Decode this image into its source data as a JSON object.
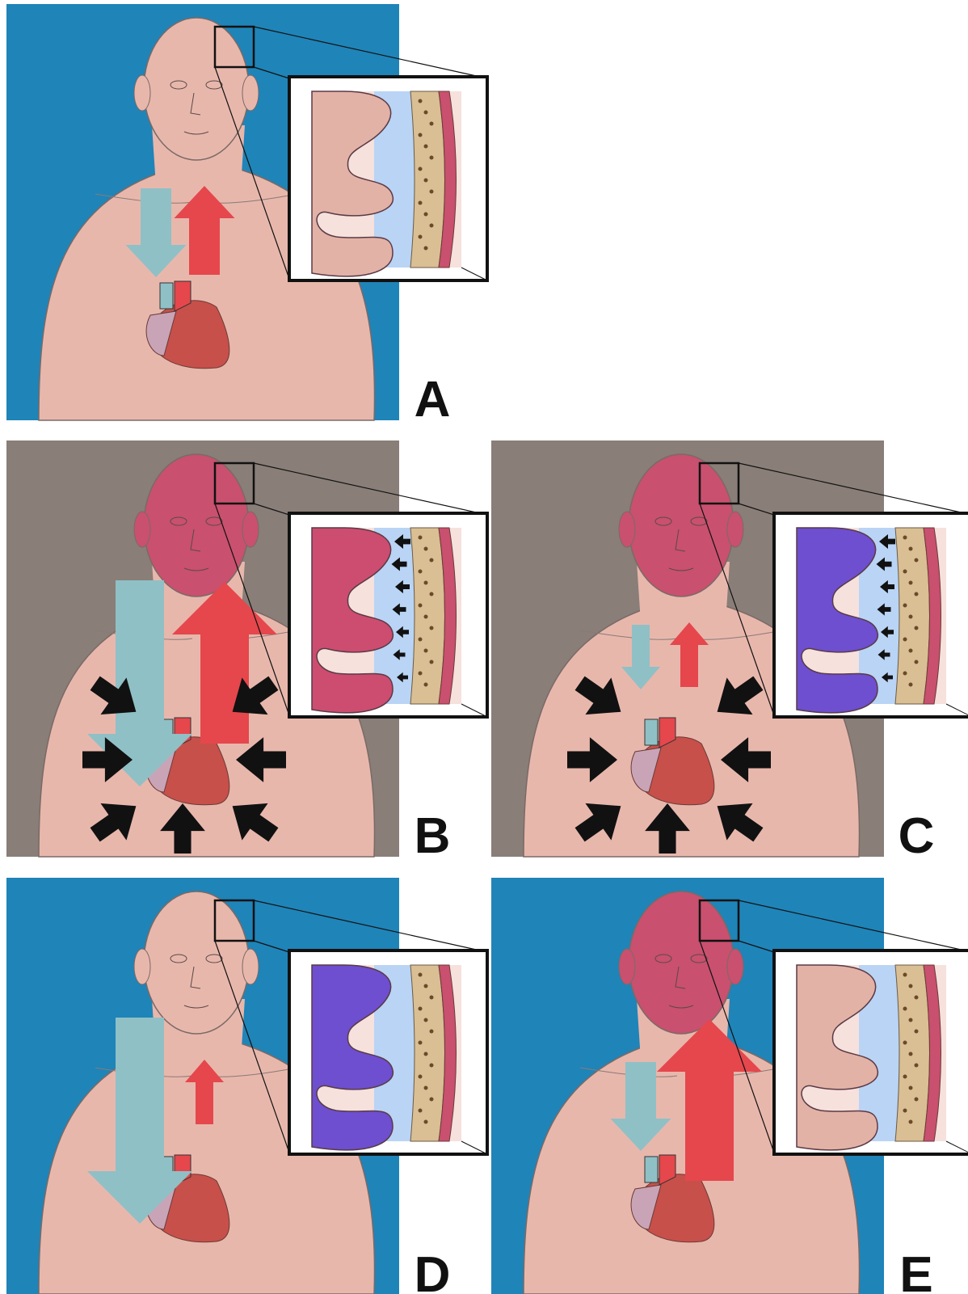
{
  "panels": [
    {
      "id": "A",
      "label": "A",
      "background": "#1f84b8",
      "head_color": "#e8b7ac",
      "brain_color": "#e3b2a6",
      "venous_arrow_size": "medium",
      "arterial_arrow_size": "medium",
      "external_compression_arrows": false,
      "csf_compression_arrows": false
    },
    {
      "id": "B",
      "label": "B",
      "background": "#897e78",
      "head_color": "#c9506f",
      "brain_color": "#cc4d70",
      "venous_arrow_size": "large",
      "arterial_arrow_size": "large",
      "external_compression_arrows": true,
      "csf_compression_arrows": true
    },
    {
      "id": "C",
      "label": "C",
      "background": "#897e78",
      "head_color": "#c9506f",
      "brain_color": "#6d4fcf",
      "venous_arrow_size": "small",
      "arterial_arrow_size": "small",
      "external_compression_arrows": true,
      "csf_compression_arrows": true
    },
    {
      "id": "D",
      "label": "D",
      "background": "#1f84b8",
      "head_color": "#e8b7ac",
      "brain_color": "#6d4fcf",
      "venous_arrow_size": "large",
      "arterial_arrow_size": "small",
      "external_compression_arrows": false,
      "csf_compression_arrows": false
    },
    {
      "id": "E",
      "label": "E",
      "background": "#1f84b8",
      "head_color": "#c9506f",
      "brain_color": "#e3b2a6",
      "venous_arrow_size": "medium",
      "arterial_arrow_size": "large",
      "external_compression_arrows": false,
      "csf_compression_arrows": false
    }
  ],
  "colors": {
    "skin": "#e8b7ac",
    "venous_arrow": "#8fc0c6",
    "arterial_arrow": "#e5474c",
    "heart_ventricle": "#c7504a",
    "heart_atrium": "#c9a4b6",
    "csf": "#b9d4f5",
    "bone": "#d9bf93",
    "scalp": "#c9506f"
  },
  "icons": {
    "venous_flow": "down-arrow-icon",
    "arterial_flow": "up-arrow-icon",
    "compression": "compression-arrow-icon",
    "heart": "heart-icon"
  }
}
